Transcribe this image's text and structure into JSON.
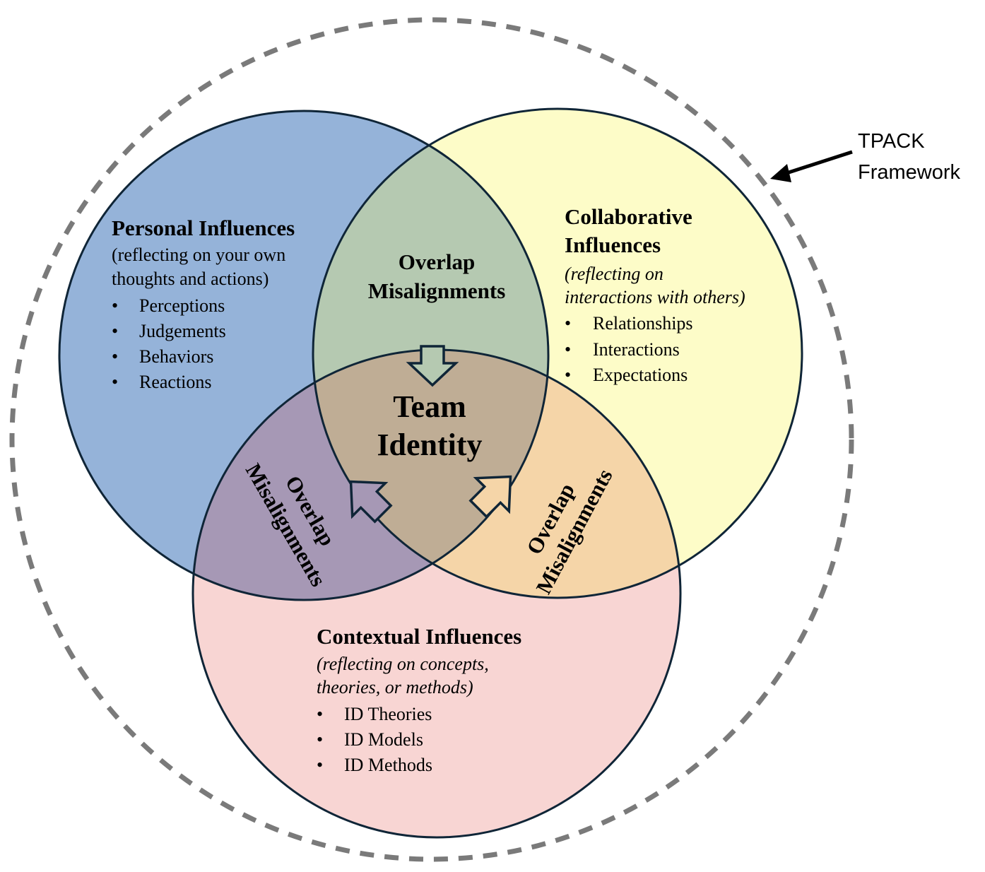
{
  "framework_label": {
    "line1": "TPACK",
    "line2": "Framework"
  },
  "center": {
    "line1": "Team",
    "line2": "Identity"
  },
  "circles": {
    "personal": {
      "title": "Personal Influences",
      "subtitle_line1": "(reflecting on your own",
      "subtitle_line2": "thoughts and actions)",
      "items": [
        "Perceptions",
        "Judgements",
        "Behaviors",
        "Reactions"
      ],
      "color": "#95b3d9"
    },
    "collaborative": {
      "title_line1": "Collaborative",
      "title_line2": "Influences",
      "subtitle_line1": "(reflecting on",
      "subtitle_line2": "interactions with others)",
      "items": [
        "Relationships",
        "Interactions",
        "Expectations"
      ],
      "color": "#fdfcc8"
    },
    "contextual": {
      "title": "Contextual Influences",
      "subtitle_line1": "(reflecting on concepts,",
      "subtitle_line2": "theories, or methods)",
      "items": [
        "ID Theories",
        "ID Models",
        "ID Methods"
      ],
      "color": "#f8d5d3"
    }
  },
  "overlaps": {
    "top": {
      "line1": "Overlap",
      "line2": "Misalignments",
      "color": "#b5c9b1"
    },
    "left": {
      "line1": "Overlap",
      "line2": "Misalignments",
      "color": "#a698b5"
    },
    "right": {
      "line1": "Overlap",
      "line2": "Misalignments",
      "color": "#f5d5a8"
    },
    "center_color": "#bfad95"
  },
  "bullet": "•"
}
